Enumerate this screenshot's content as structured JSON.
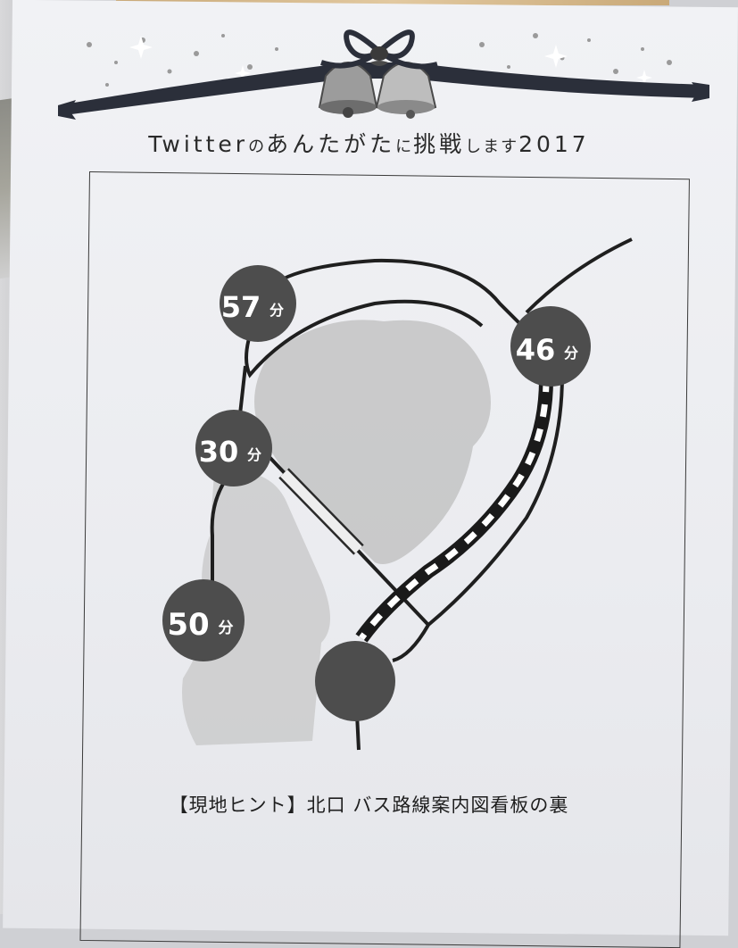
{
  "title": {
    "part1": "Twitter",
    "part2": "の",
    "part3": "あんたがた",
    "part4": "に",
    "part5": "挑戦",
    "part6": "します",
    "part7": "2017"
  },
  "map": {
    "stations": [
      {
        "num": "57",
        "unit": "分"
      },
      {
        "num": "46",
        "unit": "分"
      },
      {
        "num": "30",
        "unit": "分"
      },
      {
        "num": "50",
        "unit": "分"
      }
    ]
  },
  "hint": "【現地ヒント】北口 バス路線案内図看板の裏",
  "colors": {
    "paper": "#eceef1",
    "station_fill": "#4d4d4d",
    "land": "#b9b9b9",
    "ribbon": "#2b2f3a"
  },
  "icons": [
    "bells-icon",
    "bow-icon",
    "holly-icon",
    "sparkle-icon"
  ]
}
